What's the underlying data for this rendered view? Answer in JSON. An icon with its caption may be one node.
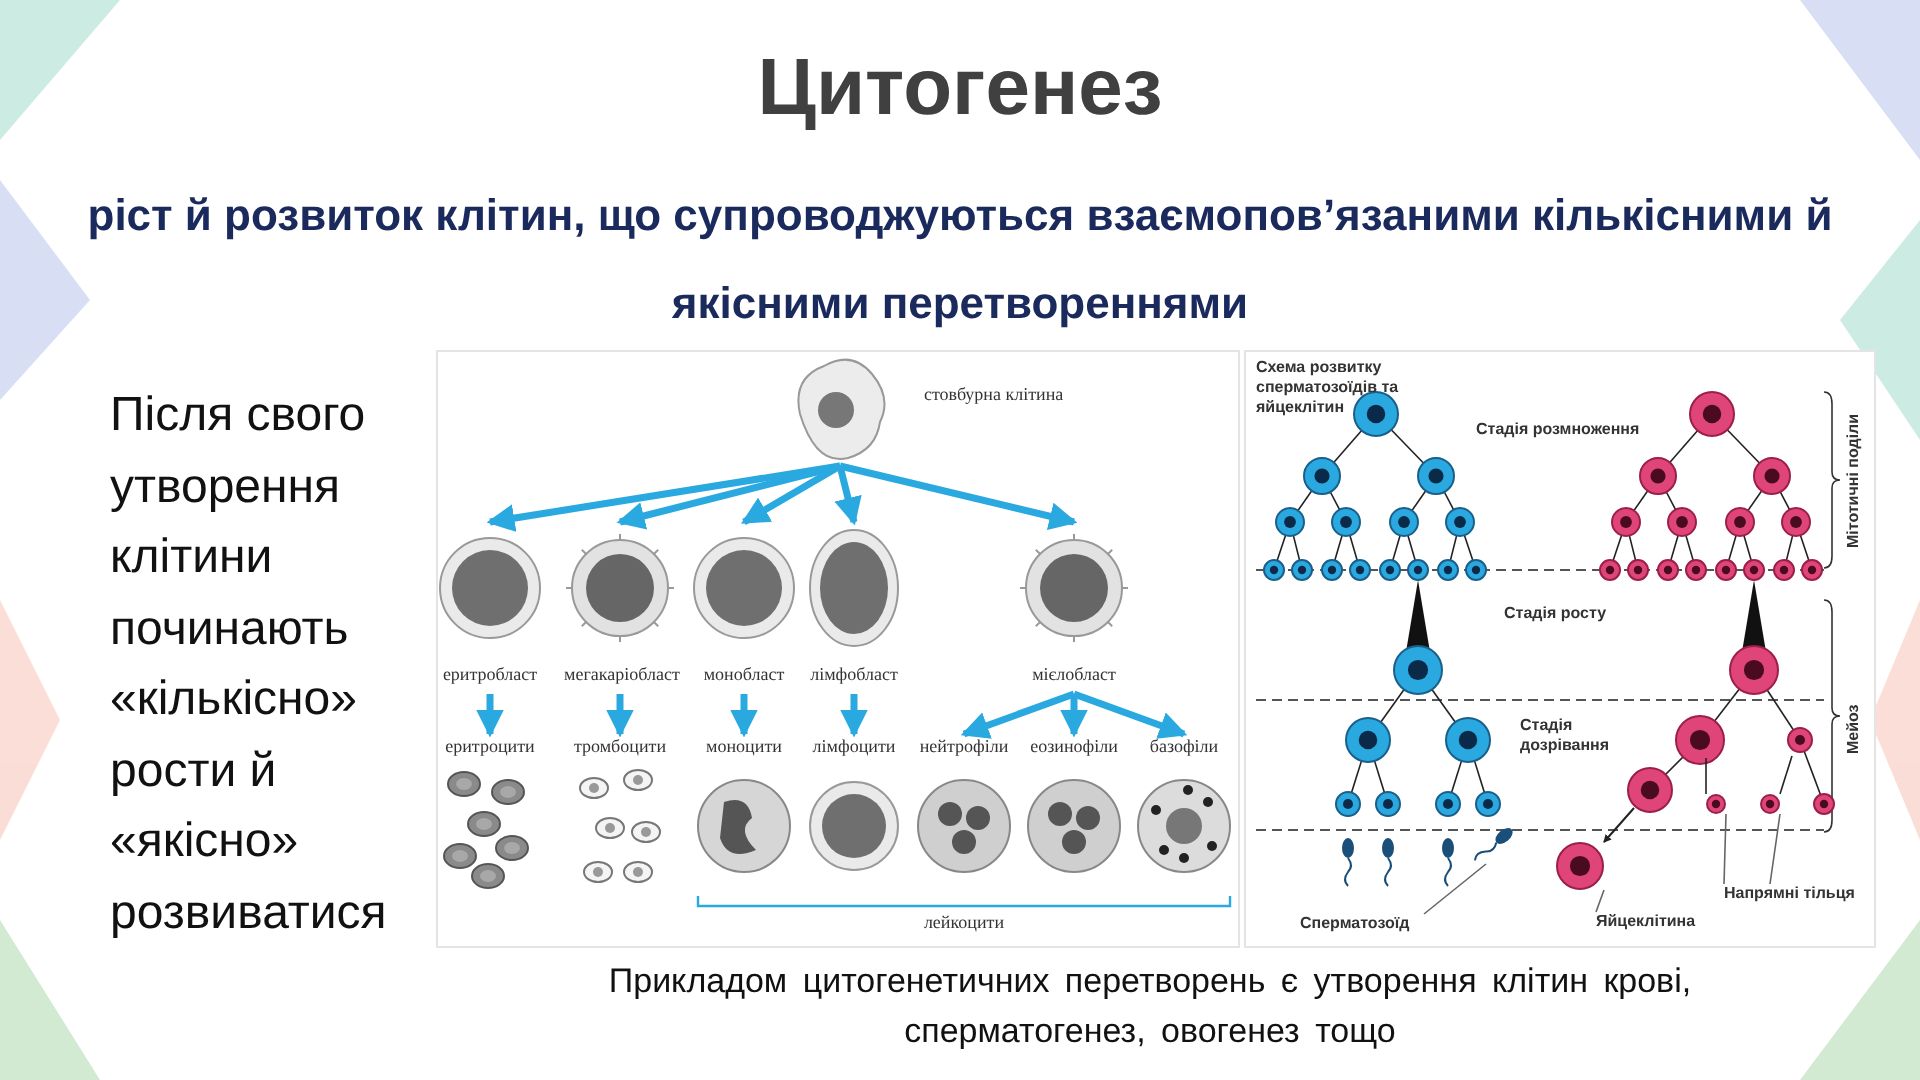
{
  "diagram": {
    "title": "Цитогенез",
    "caption": "Прикладом цитогенетичних перетворень є утворення клітин крові, сперматогенез, овогенез тощо",
    "nodes": [
      {
        "text": [
          "стовбурна клітина"
        ]
      },
      {
        "text": [
          "еритробласт"
        ]
      },
      {
        "text": [
          "мегакаріобласт"
        ]
      },
      {
        "text": [
          "монобласт"
        ]
      },
      {
        "text": [
          "лімфобласт"
        ]
      },
      {
        "text": [
          "мієлобласт"
        ]
      },
      {
        "text": [
          "еритроцити"
        ]
      },
      {
        "text": [
          "тромбоцити"
        ]
      },
      {
        "text": [
          "моноцити"
        ]
      },
      {
        "text": [
          "лімфоцити"
        ]
      },
      {
        "text": [
          "нейтрофіли"
        ]
      },
      {
        "text": [
          "еозинофіли"
        ]
      },
      {
        "text": [
          "базофіли"
        ]
      },
      {
        "text": [
          "Сперматозоїд"
        ]
      },
      {
        "text": [
          "Яйцеклітина"
        ]
      },
      {
        "text": [
          "Напрямні тільця"
        ]
      },
      {
        "text": [],
        "shape": "picture"
      },
      {
        "text": [],
        "shape": "circle"
      },
      {
        "text": [],
        "shape": "circle"
      },
      {
        "text": [],
        "shape": "circle"
      }
    ],
    "edges": [
      {
        "from": 0,
        "to": 1,
        "arrow": "to"
      },
      {
        "from": 0,
        "to": 2,
        "arrow": "to"
      },
      {
        "from": 0,
        "to": 3,
        "arrow": "to"
      },
      {
        "from": 0,
        "to": 4,
        "arrow": "to"
      },
      {
        "from": 0,
        "to": 5,
        "arrow": "to"
      },
      {
        "from": 1,
        "to": 6,
        "arrow": "to"
      },
      {
        "from": 2,
        "to": 7,
        "arrow": "to"
      },
      {
        "from": 3,
        "to": 8,
        "arrow": "to"
      },
      {
        "from": 4,
        "to": 9,
        "arrow": "to"
      },
      {
        "from": 5,
        "to": 10,
        "arrow": "to"
      },
      {
        "from": 5,
        "to": 11,
        "arrow": "to"
      },
      {
        "from": 5,
        "to": 12,
        "arrow": "to"
      },
      {
        "from": 13,
        "to": 16,
        "arrow": "none",
        "color": "#666666"
      },
      {
        "from": 14,
        "to": 17,
        "arrow": "none",
        "color": "#666666"
      },
      {
        "from": 15,
        "to": 18,
        "arrow": "none",
        "color": "#666666"
      },
      {
        "from": 15,
        "to": 19,
        "arrow": "none",
        "color": "#666666"
      },
      {
        "from": null,
        "to": 17,
        "arrow": "to",
        "color": "#222222"
      },
      {
        "from": null,
        "to": 18,
        "arrow": "none",
        "color": "#222222"
      },
      {
        "from": null,
        "to": 19,
        "arrow": "none",
        "color": "#222222"
      }
    ],
    "labels": [
      "ріст й розвиток клітин, що супроводжуються взаємопов’язаними кількісними й якісними перетвореннями",
      "Після свого утворення клітини починають «кількісно» рости й «якісно» розвиватися",
      "лейкоцити",
      "Схема розвитку сперматозоїдів та яйцеклітин",
      "Стадія розмноження",
      "Мітотичні поділи",
      "Стадія росту",
      "Стадія дозрівання",
      "Мейоз"
    ]
  }
}
